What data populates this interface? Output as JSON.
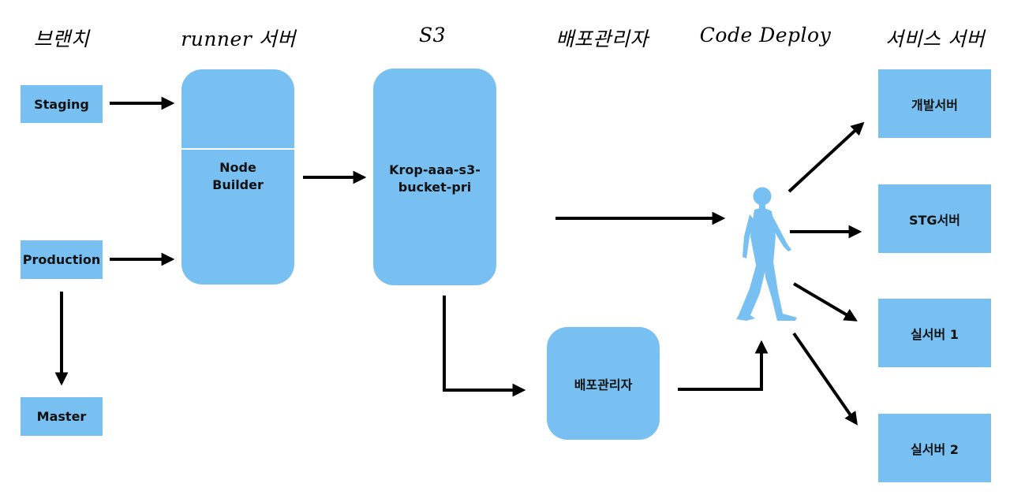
{
  "headers": {
    "branch": "브랜치",
    "runner": "runner 서버",
    "s3": "S3",
    "deploy_manager": "배포관리자",
    "code_deploy": "Code Deploy",
    "service": "서비스 서버"
  },
  "branches": {
    "staging": "Staging",
    "production": "Production",
    "master": "Master"
  },
  "runner_box": {
    "label": "Node Builder"
  },
  "s3_box": {
    "label": "Krop-aaa-s3-bucket-pri"
  },
  "deploy_manager_box": {
    "label": "배포관리자"
  },
  "code_deploy_icon": "walking-person-icon",
  "services": {
    "dev": "개발서버",
    "stg": "STG서버",
    "real1": "실서버 1",
    "real2": "실서버 2"
  },
  "colors": {
    "box": "#78c0f2",
    "arrow": "#000000"
  }
}
